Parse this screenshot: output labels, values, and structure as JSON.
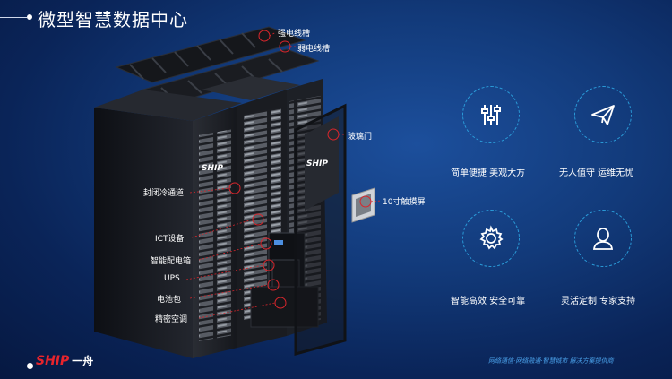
{
  "title": "微型智慧数据中心",
  "labels": {
    "strong_tray": "强电线槽",
    "weak_tray": "弱电线槽",
    "glass_door": "玻璃门",
    "touchscreen": "10寸触摸屏",
    "cold_aisle": "封闭冷通道",
    "ict": "ICT设备",
    "pdu": "智能配电箱",
    "ups": "UPS",
    "battery": "电池包",
    "ac": "精密空调"
  },
  "rack_logo": "SHIP",
  "features": [
    {
      "icon": "sliders-icon",
      "text": "简单便捷  美观大方"
    },
    {
      "icon": "paper-plane-icon",
      "text": "无人值守  运维无忧"
    },
    {
      "icon": "gear-icon",
      "text": "智能高效  安全可靠"
    },
    {
      "icon": "person-icon",
      "text": "灵活定制  专家支持"
    }
  ],
  "footer": {
    "brand": "SHIP",
    "brand_cn": "一舟",
    "slogan": "网络通信·网络融通·智慧城市 解决方案提供商"
  },
  "colors": {
    "accent": "#2a9bd8",
    "brand": "#e8242c",
    "callout": "#d9262c"
  }
}
